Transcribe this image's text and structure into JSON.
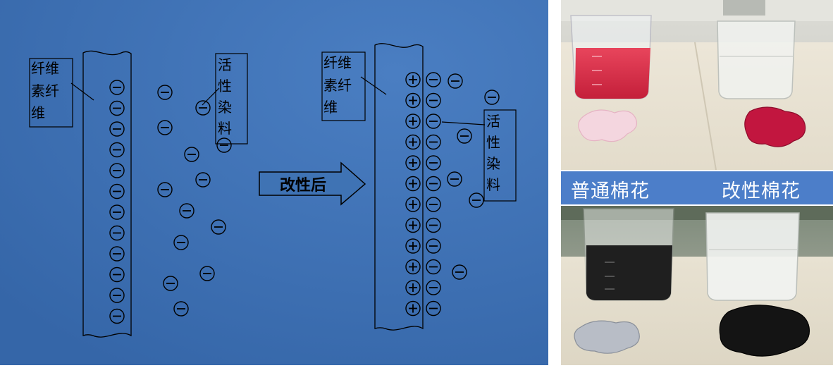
{
  "diagram": {
    "before": {
      "fiber_label": "纤维\n素纤\n维",
      "dye_label": "活\n性\n染\n料",
      "fiber_charges": 12,
      "fiber_charge_symbol": "−",
      "dye_charge_symbol": "−"
    },
    "arrow_label": "改性后",
    "after": {
      "fiber_label": "纤维\n素纤\n维",
      "dye_label": "活\n性\n染\n料",
      "fiber_charges": 12,
      "fiber_charge_symbol": "+",
      "counter_charge_symbol": "−"
    }
  },
  "photos": {
    "normal_label": "普通棉花",
    "modified_label": "改性棉花"
  },
  "colors": {
    "diagram_background": "#3f73b4",
    "label_band": "#4c7ec9",
    "red_dye": "#e0304a",
    "black_dye": "#1a1a1a"
  }
}
